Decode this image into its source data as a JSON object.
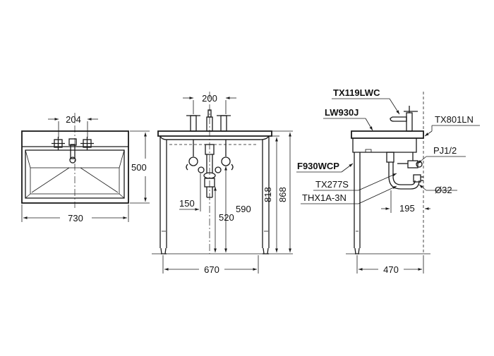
{
  "top_view": {
    "faucet_spacing": "204",
    "depth": "500",
    "width": "730"
  },
  "front_view": {
    "faucet_spacing": "200",
    "trap_offset": "150",
    "height_590": "590",
    "height_520": "520",
    "height_818": "818",
    "height_868": "868",
    "width": "670"
  },
  "side_view": {
    "faucet_model": "TX119LWC",
    "basin_model": "LW930J",
    "spout_model": "TX801LN",
    "stand_model": "F930WCP",
    "supply_model": "PJ1/2",
    "trap_model": "TX277S",
    "drain_model": "THX1A-3N",
    "pipe_diameter": "Ø32",
    "drain_offset": "195",
    "depth": "470"
  }
}
